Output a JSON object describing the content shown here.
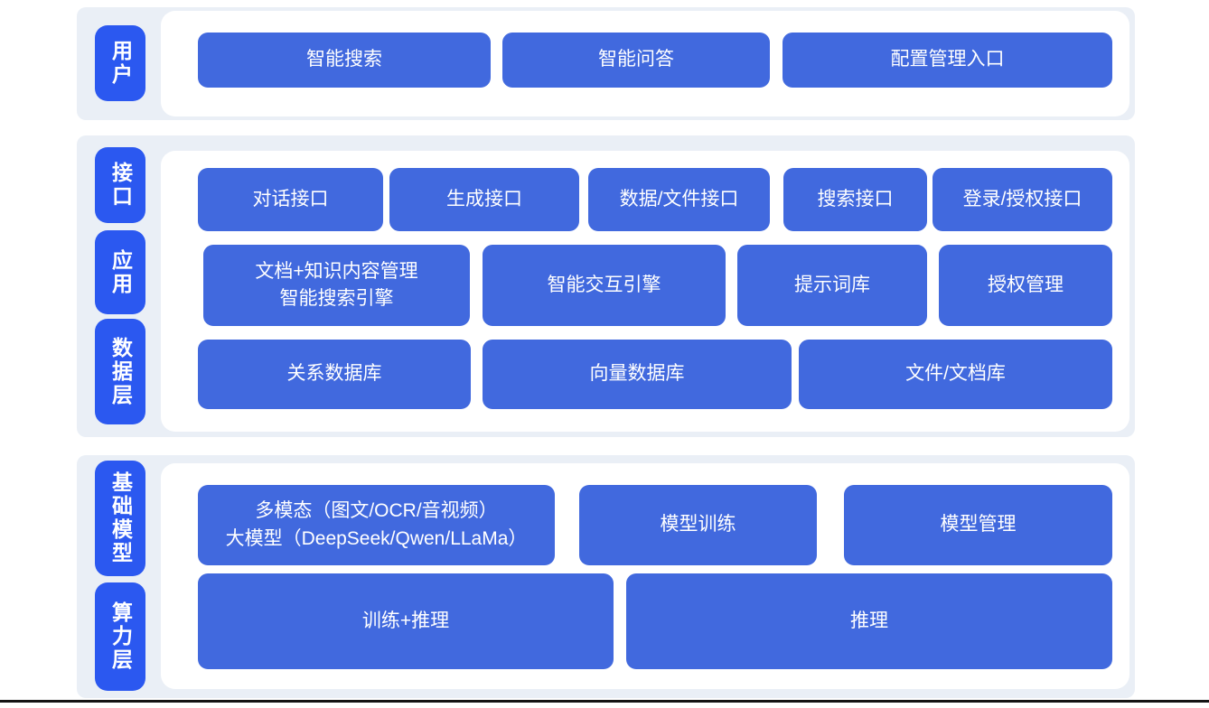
{
  "colors": {
    "rail_blue": "#2b58f0",
    "box_blue": "#4169de",
    "section_background": "#eaeff6",
    "panel_background": "#ffffff",
    "text_on_blue": "#ffffff",
    "bottom_divider": "#141414"
  },
  "layers": [
    {
      "rail_labels": [
        "用户"
      ],
      "rows": [
        [
          "智能搜索",
          "智能问答",
          "配置管理入口"
        ]
      ]
    },
    {
      "rail_labels": [
        "接口",
        "应用",
        "数据层"
      ],
      "rows": [
        [
          "对话接口",
          "生成接口",
          "数据/文件接口",
          "搜索接口",
          "登录/授权接口"
        ],
        [
          "文档+知识内容管理\n智能搜索引擎",
          "智能交互引擎",
          "提示词库",
          "授权管理"
        ],
        [
          "关系数据库",
          "向量数据库",
          "文件/文档库"
        ]
      ]
    },
    {
      "rail_labels": [
        "基础模型",
        "算力层"
      ],
      "rows": [
        [
          "多模态（图文/OCR/音视频）\n大模型（DeepSeek/Qwen/LLaMa）",
          "模型训练",
          "模型管理"
        ],
        [
          "训练+推理",
          "推理"
        ]
      ]
    }
  ]
}
